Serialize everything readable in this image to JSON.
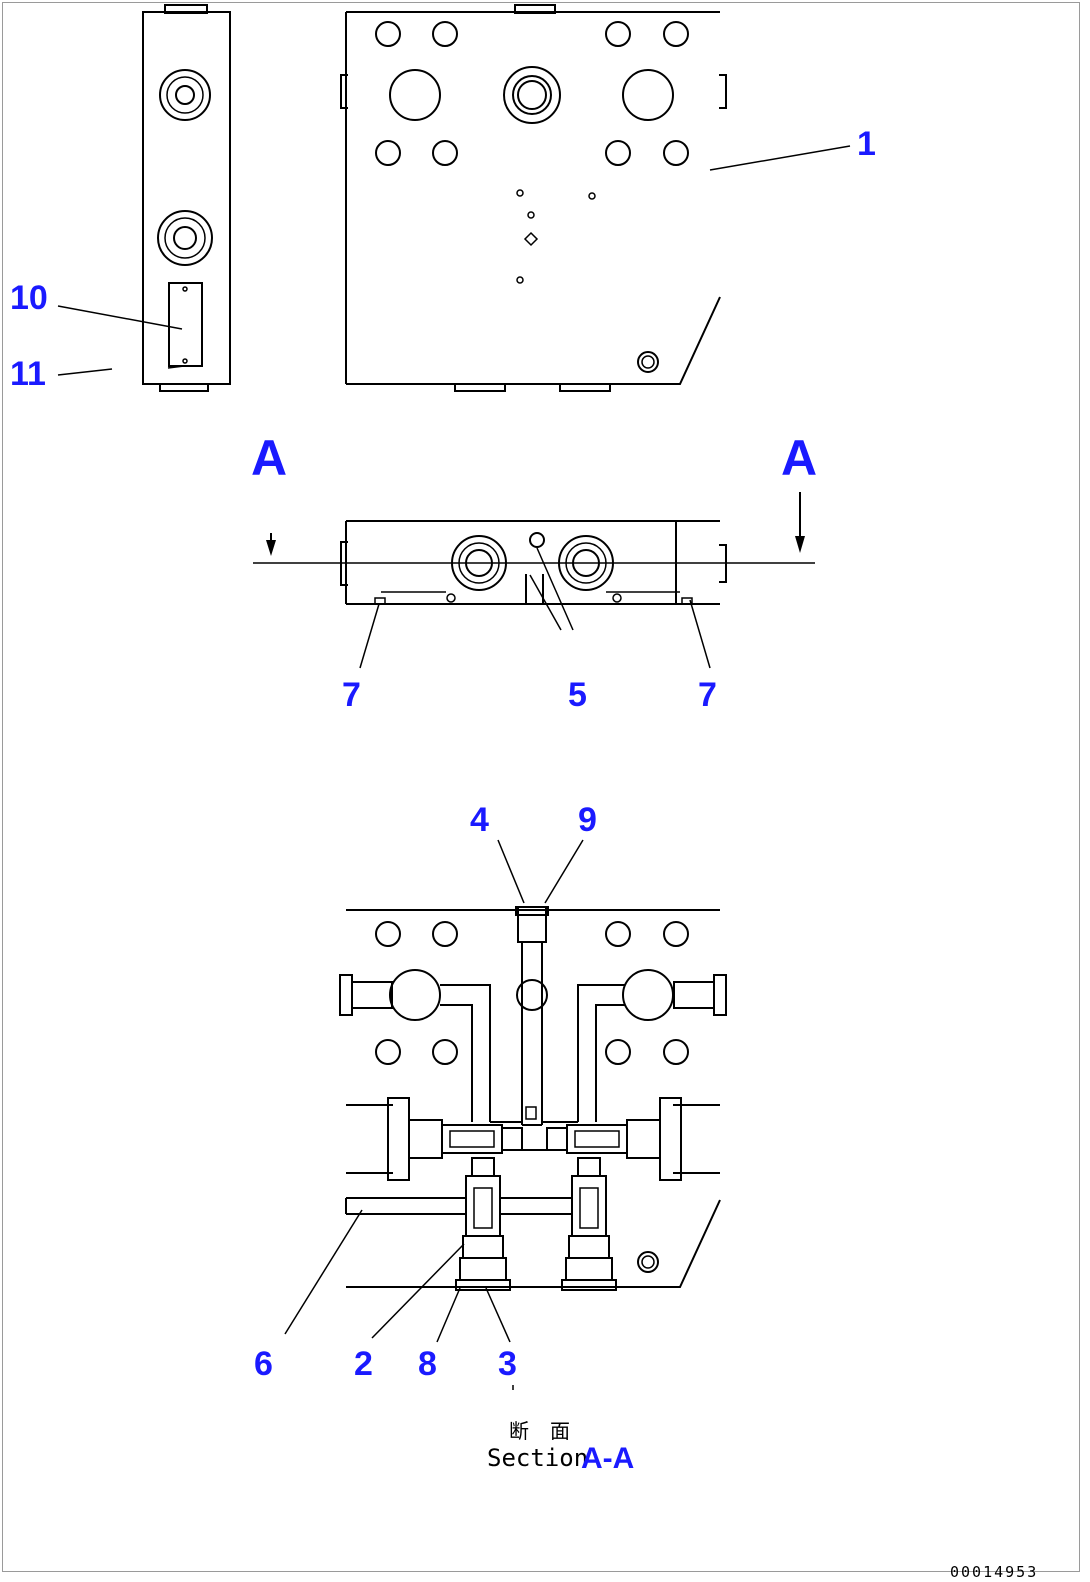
{
  "callouts": {
    "c1": "1",
    "c2": "2",
    "c3": "3",
    "c4": "4",
    "c5": "5",
    "c6": "6",
    "c7a": "7",
    "c7b": "7",
    "c8": "8",
    "c9": "9",
    "c10": "10",
    "c11": "11"
  },
  "view_labels": {
    "left": "A",
    "right": "A"
  },
  "section": {
    "jp_1": "断",
    "jp_2": "面",
    "word": "Section",
    "id": "A-A"
  },
  "doc_number": "00014953",
  "colors": {
    "callout": "#1a1aff",
    "line": "#000000",
    "frame": "#9a9a9a"
  }
}
